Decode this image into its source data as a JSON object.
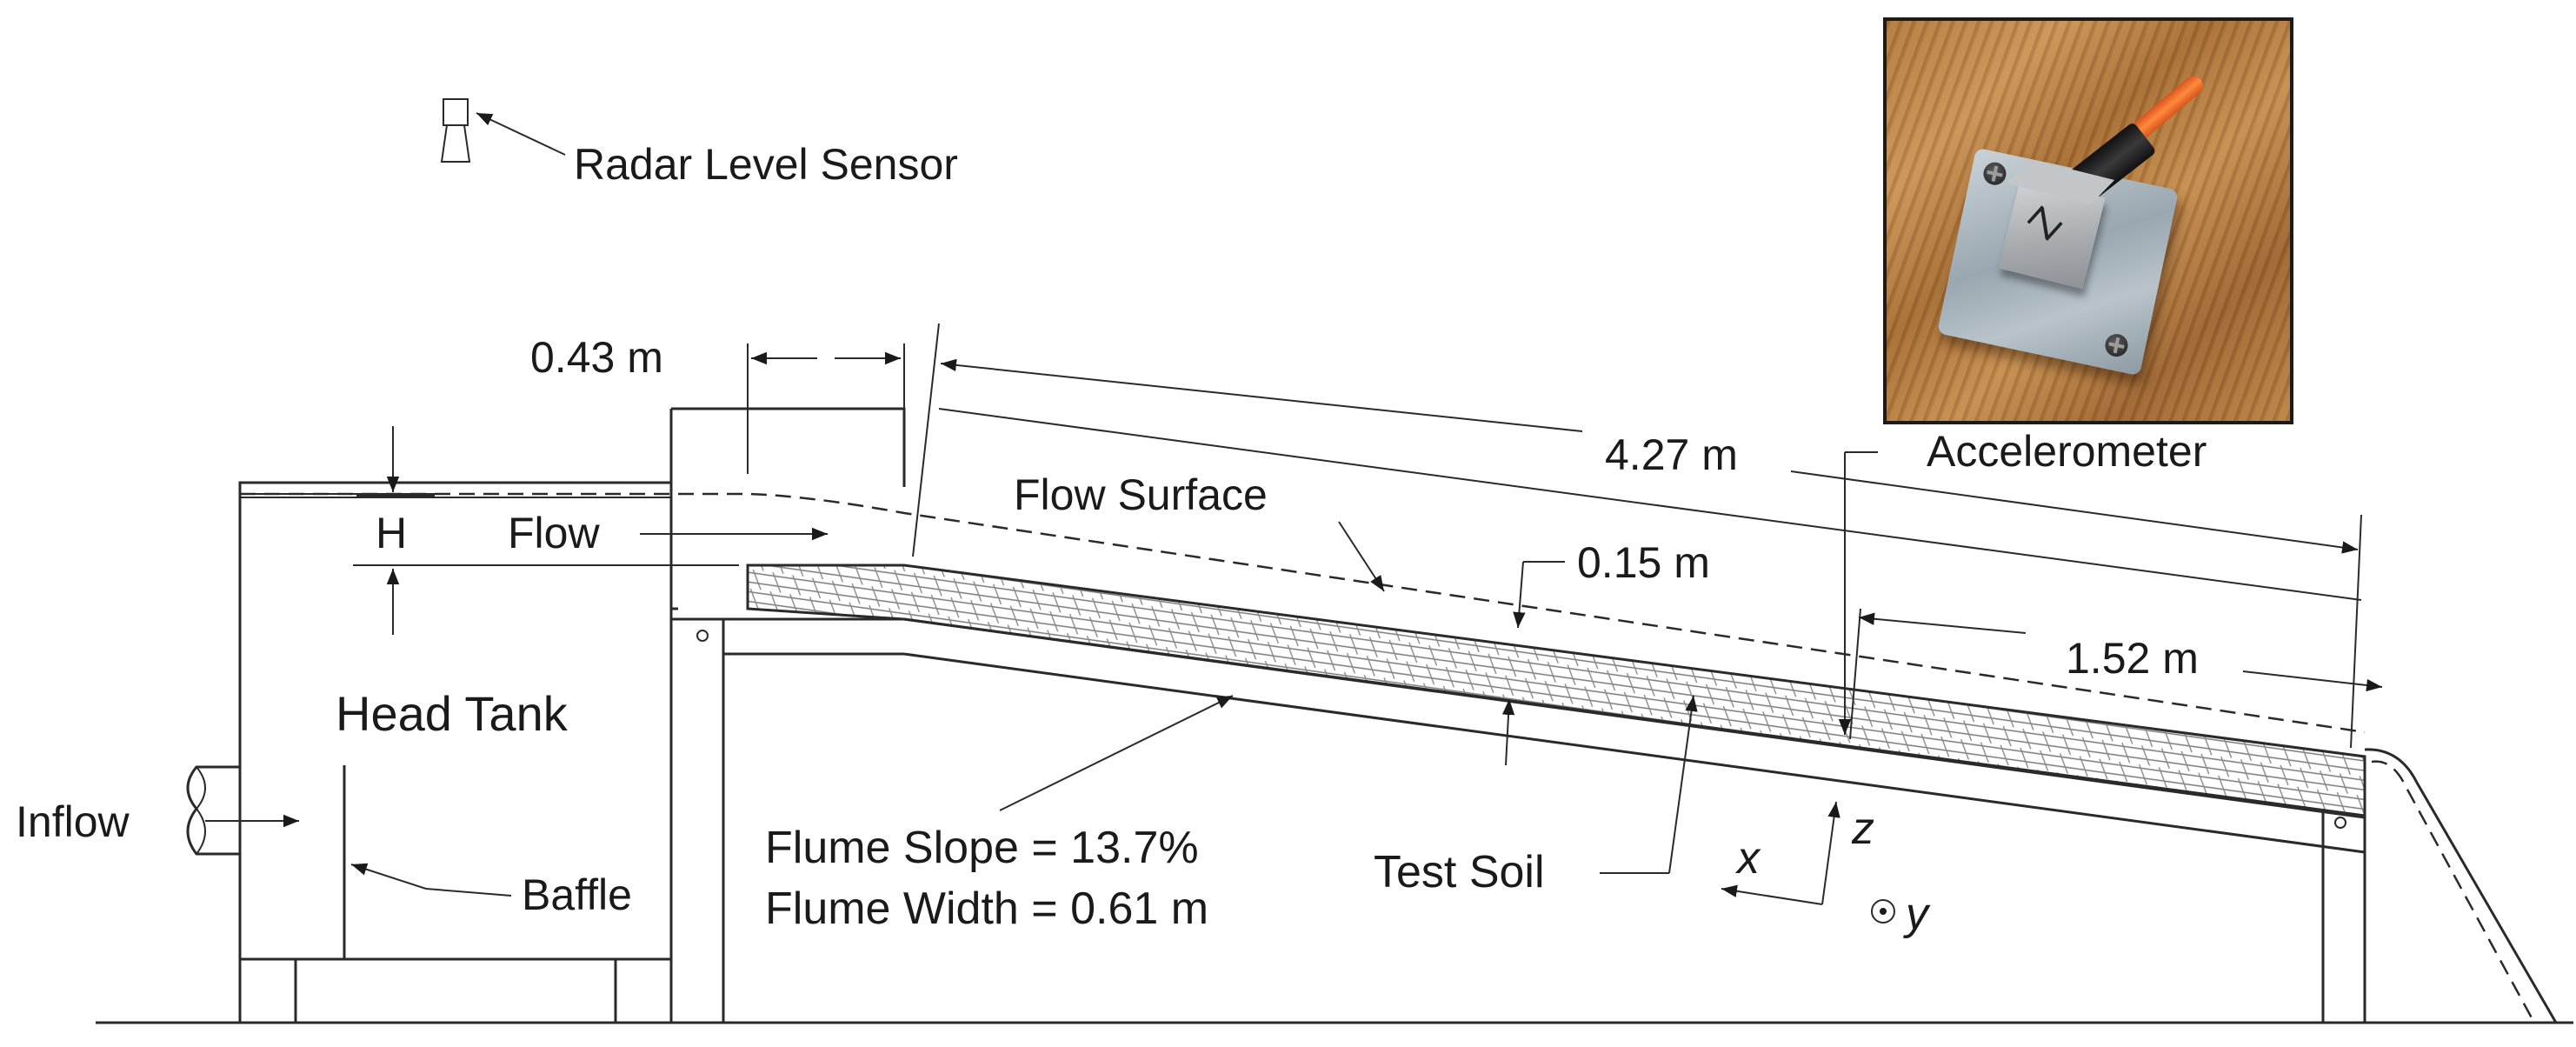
{
  "labels": {
    "radar_sensor": "Radar Level Sensor",
    "dim_043": "0.43 m",
    "dim_427": "4.27 m",
    "accelerometer": "Accelerometer",
    "flow_surface": "Flow Surface",
    "h_label": "H",
    "flow": "Flow",
    "dim_015": "0.15 m",
    "dim_152": "1.52 m",
    "head_tank": "Head Tank",
    "inflow": "Inflow",
    "baffle": "Baffle",
    "flume_slope": "Flume Slope = 13.7%",
    "flume_width": "Flume Width = 0.61 m",
    "test_soil": "Test Soil",
    "axis_x": "x",
    "axis_z": "z",
    "axis_y": "y"
  },
  "photo": {
    "cube_mark": "Z"
  }
}
